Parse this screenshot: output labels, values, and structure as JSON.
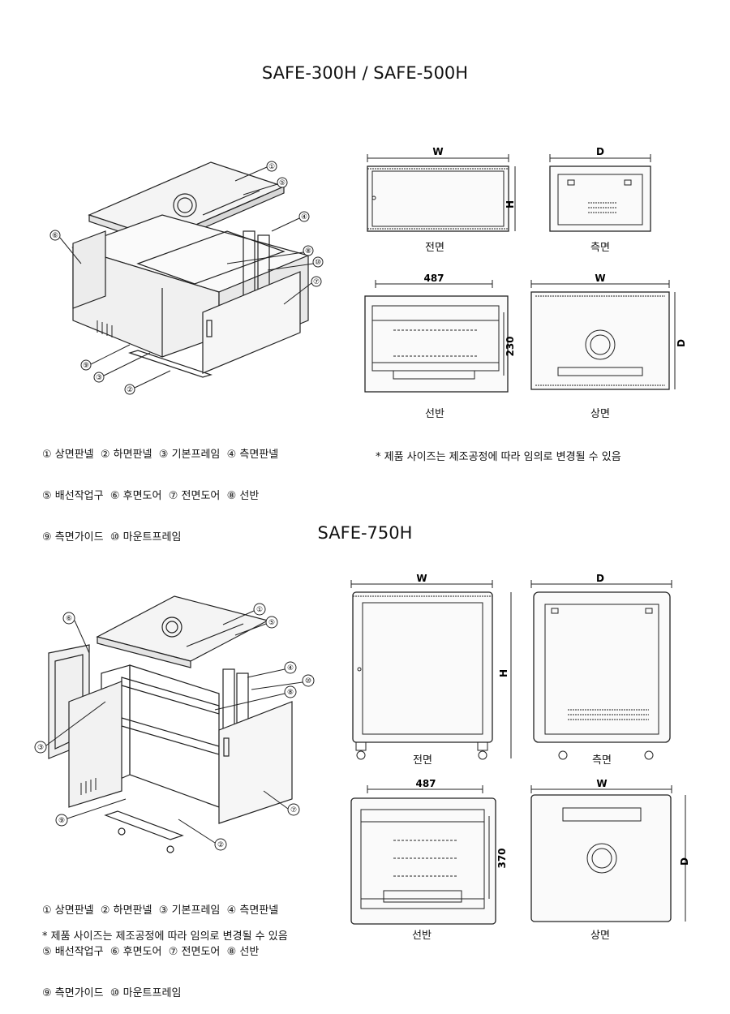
{
  "section1": {
    "title": "SAFE-300H / SAFE-500H",
    "legend": [
      "① 상면판넬  ② 하면판넬  ③ 기본프레임  ④ 측면판넬",
      "⑤ 배선작업구  ⑥ 후면도어  ⑦ 전면도어  ⑧ 선반",
      "⑨ 측면가이드  ⑩ 마운트프레임"
    ],
    "note": "* 제품 사이즈는 제조공정에 따라 임의로 변경될 수 있음",
    "views": {
      "front": "전면",
      "side": "측면",
      "shelf": "선반",
      "top": "상면"
    },
    "dims": {
      "w": "W",
      "h": "H",
      "d": "D",
      "shelf_width": "487",
      "shelf_depth": "230"
    },
    "callouts": [
      "①",
      "②",
      "③",
      "④",
      "⑤",
      "⑥",
      "⑦",
      "⑧",
      "⑨",
      "⑩"
    ]
  },
  "section2": {
    "title": "SAFE-750H",
    "legend": [
      "① 상면판넬  ② 하면판넬  ③ 기본프레임  ④ 측면판넬",
      "⑤ 배선작업구  ⑥ 후면도어  ⑦ 전면도어  ⑧ 선반",
      "⑨ 측면가이드  ⑩ 마운트프레임"
    ],
    "note": "* 제품 사이즈는 제조공정에 따라 임의로 변경될 수 있음",
    "views": {
      "front": "전면",
      "side": "측면",
      "shelf": "선반",
      "top": "상면"
    },
    "dims": {
      "w": "W",
      "h": "H",
      "d": "D",
      "shelf_width": "487",
      "shelf_depth": "370"
    },
    "callouts": [
      "①",
      "②",
      "③",
      "④",
      "⑤",
      "⑥",
      "⑦",
      "⑧",
      "⑨",
      "⑩"
    ]
  }
}
